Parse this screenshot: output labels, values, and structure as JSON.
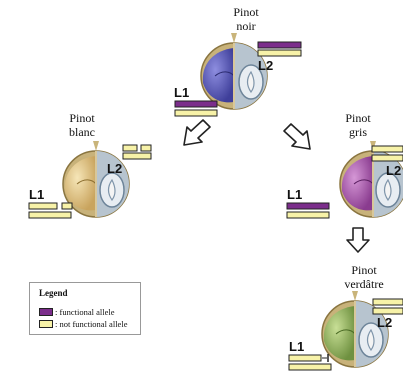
{
  "varieties": {
    "noir": {
      "line1": "Pinot",
      "line2": "noir"
    },
    "blanc": {
      "line1": "Pinot",
      "line2": "blanc"
    },
    "gris": {
      "line1": "Pinot",
      "line2": "gris"
    },
    "verdatre": {
      "line1": "Pinot",
      "line2": "verdâtre"
    }
  },
  "layer_labels": {
    "l1": "L1",
    "l2": "L2"
  },
  "legend": {
    "title": "Legend",
    "functional": ": functional allele",
    "not_functional": ": not functional allele"
  },
  "colors": {
    "functional": "#7b2d8b",
    "not_functional": "#f7f2a8",
    "outline": "#222222",
    "berry_noir": "#5b5bb5",
    "berry_blanc": "#e6c98a",
    "berry_gris": "#a35aa8",
    "berry_verdatre": "#9ab866"
  }
}
